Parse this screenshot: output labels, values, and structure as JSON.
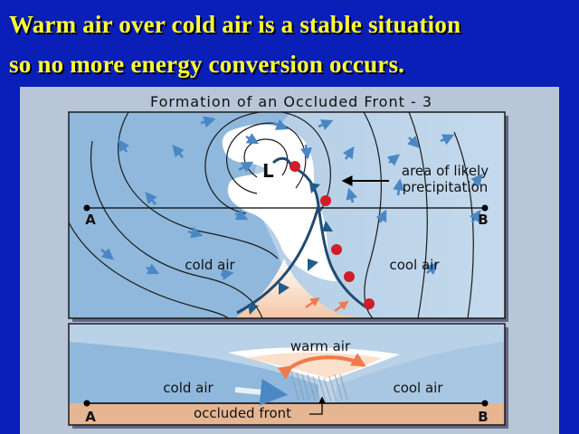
{
  "slide": {
    "line1": "Warm air over cold air is a stable situation",
    "line2": "so no more energy conversion occurs."
  },
  "figure": {
    "title": "Formation of an Occluded Front - 3",
    "map": {
      "low_label": "L",
      "annotation": [
        "area of likely",
        "precipitation"
      ],
      "point_a": "A",
      "point_b": "B",
      "cold_air": "cold air",
      "cool_air": "cool air"
    },
    "cross_section": {
      "warm_air": "warm air",
      "cold_air": "cold air",
      "cool_air": "cool air",
      "occluded_front": "occluded front",
      "point_a": "A",
      "point_b": "B"
    }
  },
  "colors": {
    "slide_bg": "#0a1fb8",
    "title_text": "#ffff33",
    "cold_air": "#8fb8dc",
    "cool_air": "#b9d2e8",
    "warm_air": "#f7c9a8",
    "cold_front": "#1f5c8a",
    "warm_front": "#d01d2a"
  }
}
